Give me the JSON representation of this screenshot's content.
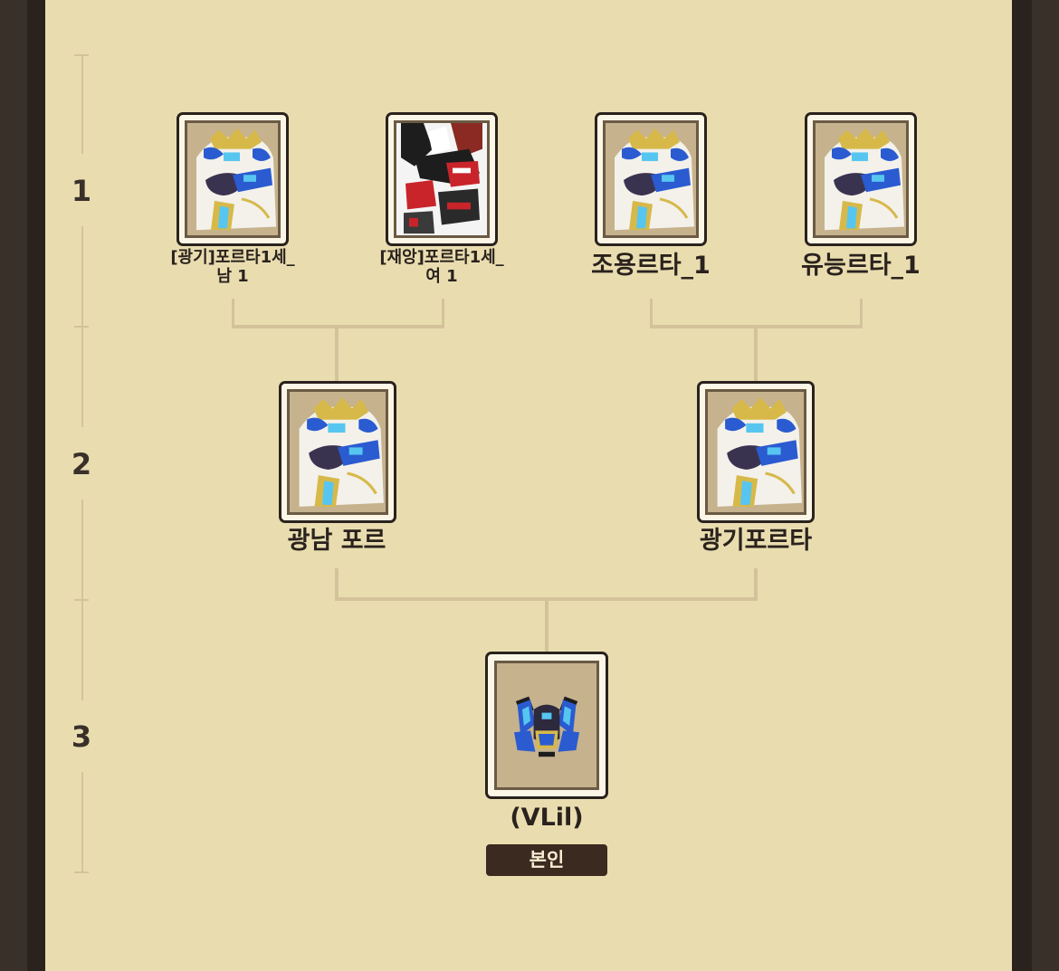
{
  "generations": [
    "1",
    "2",
    "3"
  ],
  "gen1": [
    {
      "name_line1": "[광기]포르타1세_",
      "name_line2": "남 1",
      "portrait": "porta-knight-blue-icon"
    },
    {
      "name_line1": "[재앙]포르타1세_",
      "name_line2": "여 1",
      "portrait": "porta-knight-red-icon"
    },
    {
      "name": "조용르타_1",
      "portrait": "porta-knight-blue-icon"
    },
    {
      "name": "유능르타_1",
      "portrait": "porta-knight-blue-icon"
    }
  ],
  "gen2": [
    {
      "name": "광남 포르",
      "portrait": "porta-knight-blue-icon"
    },
    {
      "name": "광기포르타",
      "portrait": "porta-knight-blue-icon"
    }
  ],
  "gen3": {
    "name": "(VLil)",
    "portrait": "porta-helmet-blue-icon",
    "badge": "본인"
  },
  "colors": {
    "panel": "#e9ddb0",
    "frame": "#3a302a",
    "connector": "#d4c39a",
    "badge_bg": "#3a2a1f",
    "text": "#2a221d"
  }
}
